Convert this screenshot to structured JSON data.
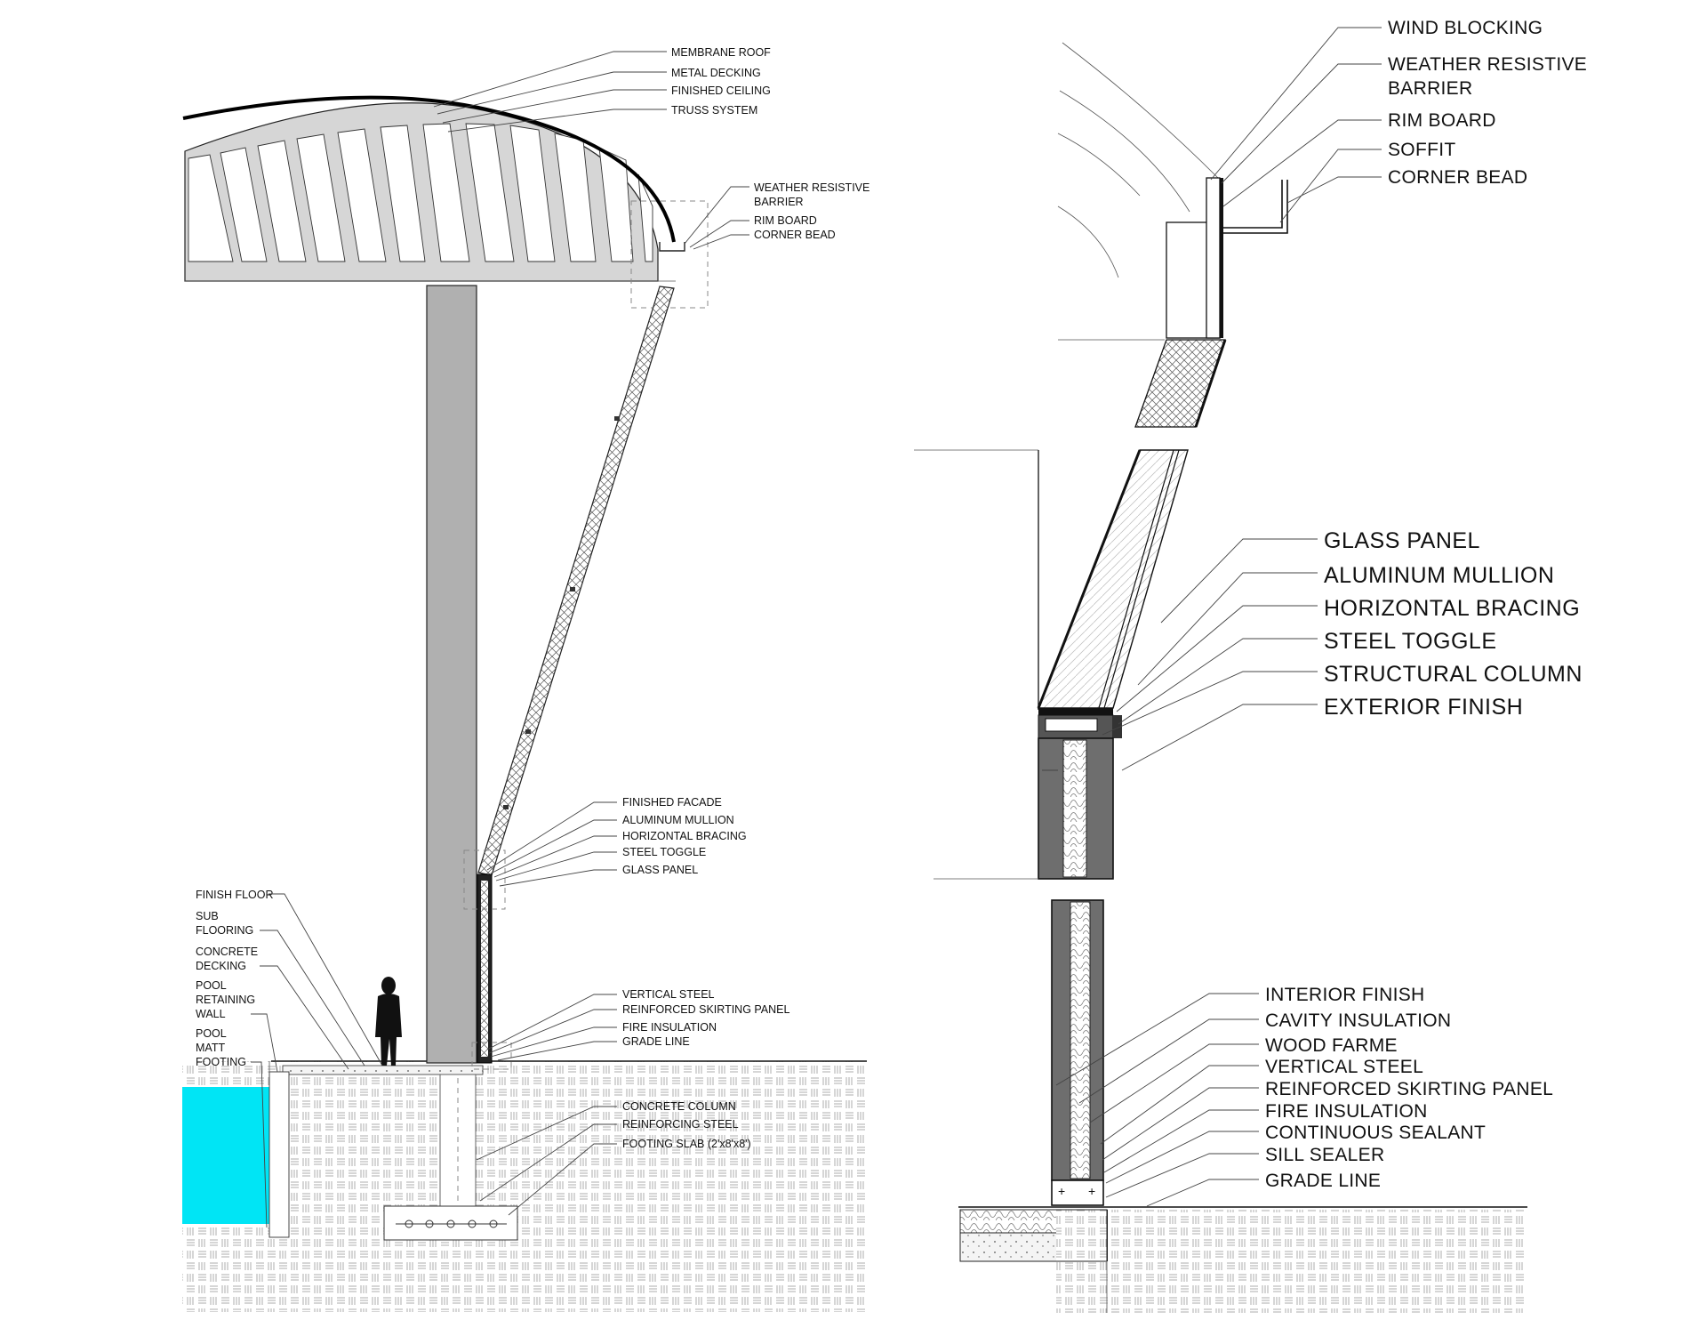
{
  "left_section": {
    "roof_labels": [
      "MEMBRANE ROOF",
      "METAL DECKING",
      "FINISHED CEILING",
      "TRUSS SYSTEM"
    ],
    "eave_labels": [
      "WEATHER RESISTIVE",
      "BARRIER",
      "RIM BOARD",
      "CORNER BEAD"
    ],
    "facade_labels": [
      "FINISHED FACADE",
      "ALUMINUM MULLION",
      "HORIZONTAL BRACING",
      "STEEL TOGGLE",
      "GLASS PANEL"
    ],
    "base_labels": [
      "VERTICAL STEEL",
      "REINFORCED SKIRTING PANEL",
      "FIRE INSULATION",
      "GRADE LINE"
    ],
    "floor_labels": [
      "FINISH FLOOR",
      "SUB",
      "FLOORING",
      "CONCRETE",
      "DECKING",
      "POOL",
      "RETAINING",
      "WALL",
      "POOL",
      "MATT",
      "FOOTING"
    ],
    "footing_labels": [
      "CONCRETE COLUMN",
      "REINFORCING STEEL",
      "FOOTING SLAB (2'x8'x8')"
    ]
  },
  "right_section": {
    "top_labels": [
      "WIND BLOCKING",
      "WEATHER RESISTIVE",
      "BARRIER",
      "RIM BOARD",
      "SOFFIT",
      "CORNER BEAD"
    ],
    "mid_labels": [
      "GLASS PANEL",
      "ALUMINUM MULLION",
      "HORIZONTAL BRACING",
      "STEEL TOGGLE",
      "STRUCTURAL  COLUMN",
      "EXTERIOR FINISH"
    ],
    "bottom_labels": [
      "INTERIOR FINISH",
      "CAVITY INSULATION",
      "WOOD FARME",
      "VERTICAL STEEL",
      "REINFORCED SKIRTING PANEL",
      "FIRE INSULATION",
      "CONTINUOUS SEALANT",
      "SILL SEALER",
      "GRADE LINE"
    ]
  },
  "colors": {
    "pool_water": "#00e5f5",
    "column_fill": "#b0b0b0",
    "truss_fill": "#d6d6d6",
    "wall_fill": "#6e6e6e",
    "line": "#111111"
  }
}
